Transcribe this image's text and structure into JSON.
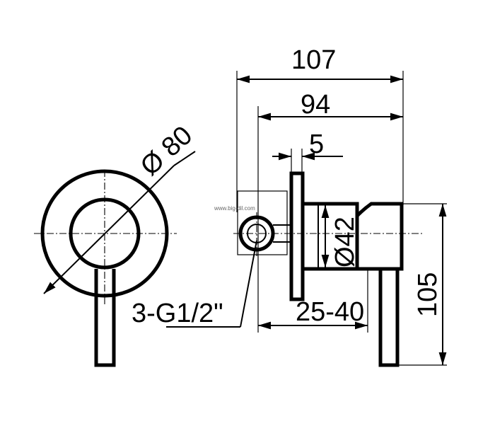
{
  "dimensions": {
    "overall_length": "107",
    "body_length": "94",
    "plate_offset": "5",
    "plate_diameter": "Ø 80",
    "cartridge_diameter": "Ø42",
    "height": "105",
    "adjust_range": "25-40",
    "connection": "3-G1/2\""
  },
  "watermark": "www.big-dil.com"
}
